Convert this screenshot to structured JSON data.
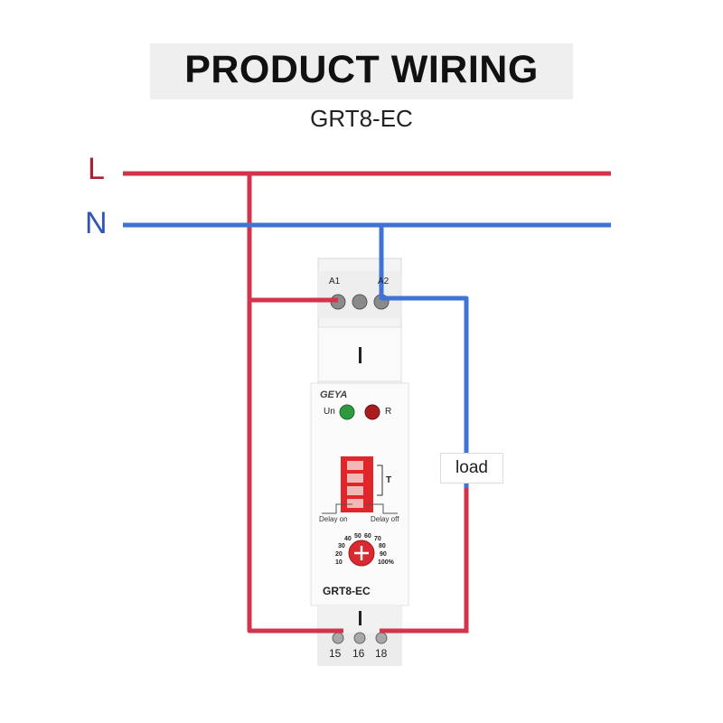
{
  "title": "PRODUCT WIRING",
  "subtitle": "GRT8-EC",
  "lines": {
    "live": "L",
    "neutral": "N"
  },
  "load_label": "load",
  "device": {
    "brand": "GEYA",
    "model": "GRT8-EC",
    "top_terminals": [
      "A1",
      "A2"
    ],
    "bottom_terminals": [
      "15",
      "16",
      "18"
    ],
    "indicators": {
      "power": "Un",
      "relay": "R"
    },
    "dip_label": "T",
    "mode_left": "Delay on",
    "mode_right": "Delay off",
    "dial_scale": [
      "10",
      "20",
      "30",
      "40",
      "50",
      "60",
      "70",
      "80",
      "90",
      "100%"
    ]
  },
  "colors": {
    "live": "#d3344c",
    "neutral": "#3f73d6",
    "live_label": "#a82134",
    "neutral_label": "#2f55b5"
  }
}
